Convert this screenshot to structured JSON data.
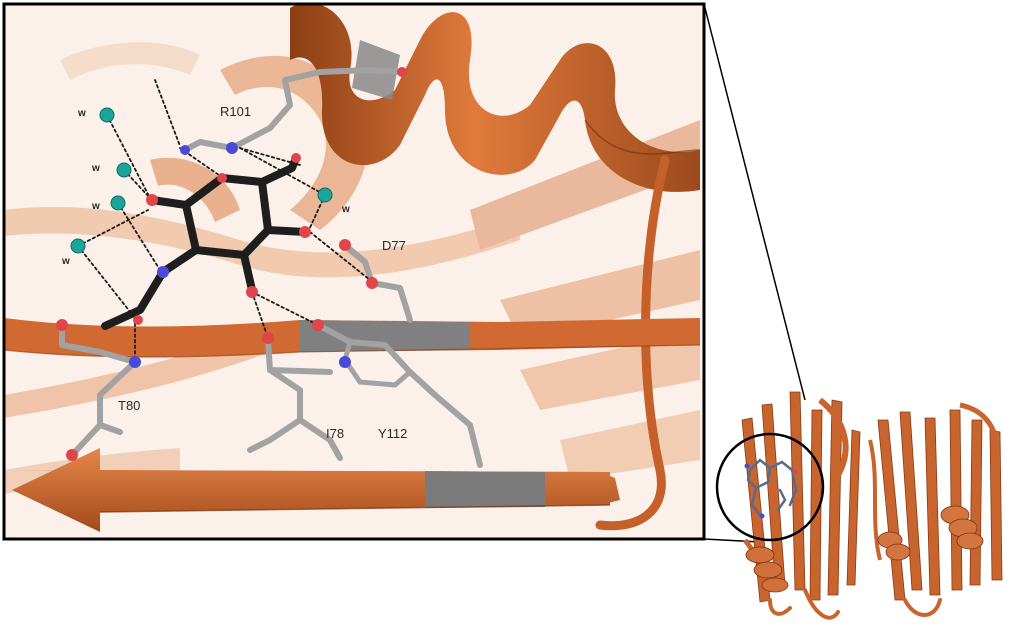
{
  "residues": {
    "r101": "R101",
    "d77": "D77",
    "t80": "T80",
    "i78": "I78",
    "y112": "Y112"
  },
  "waters": [
    "w",
    "w",
    "w",
    "w",
    "w"
  ],
  "colors": {
    "ribbon": "#c8642e",
    "ribbon_light": "#e8a27a",
    "ribbon_pale": "#f3cdb4",
    "ligand": "#1e1e1e",
    "residue_carbon": "#9a9a9a",
    "oxygen": "#e0454a",
    "nitrogen": "#4a4ad8",
    "water": "#1aa59a",
    "highlight_segment": "#7d7d7d"
  }
}
